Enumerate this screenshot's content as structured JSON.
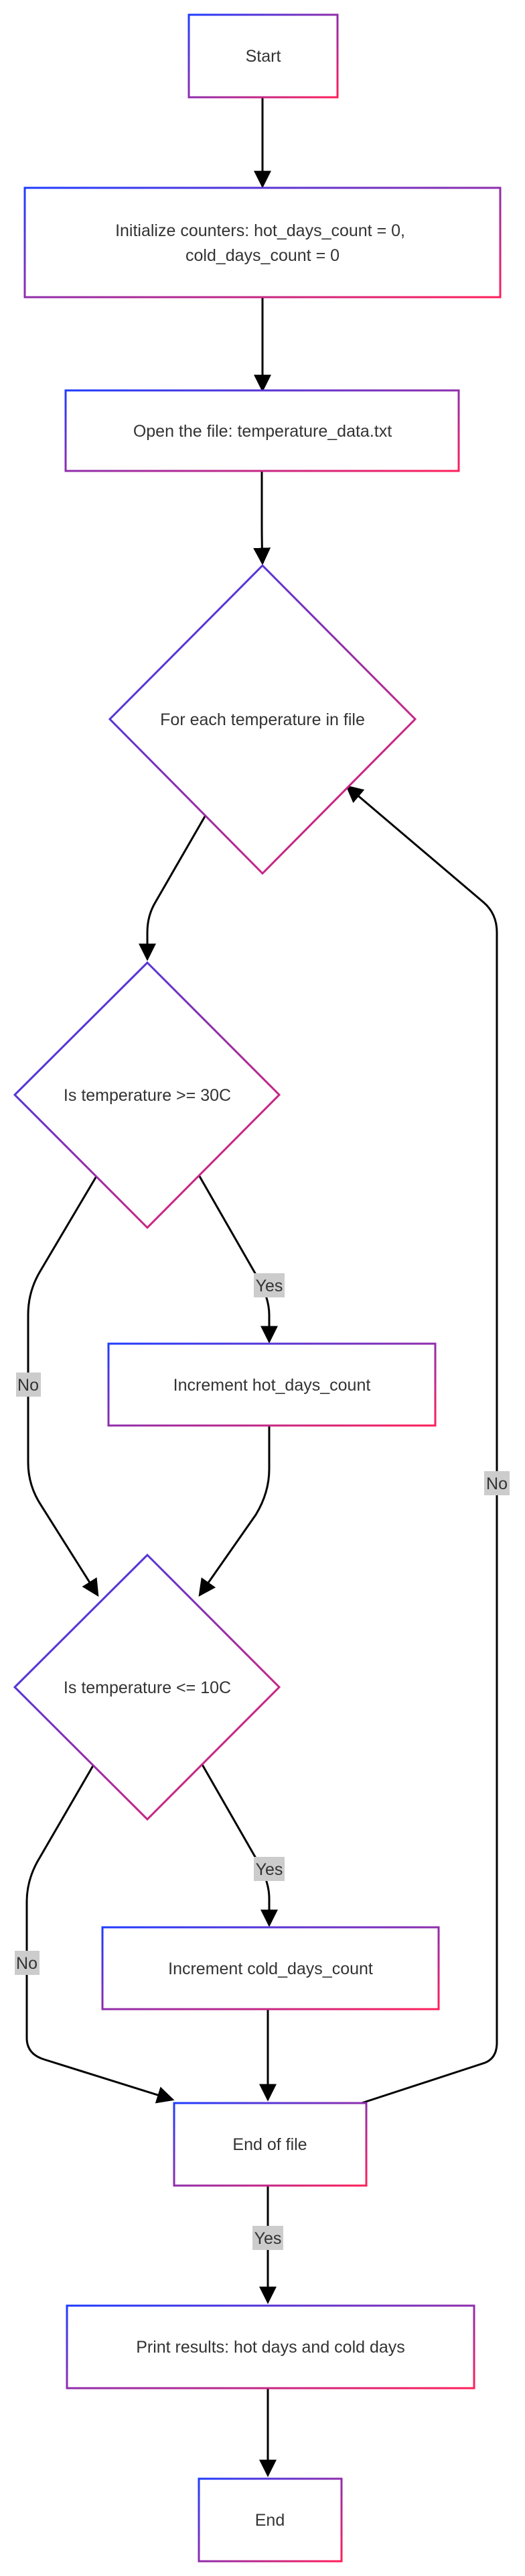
{
  "colors": {
    "stroke_start": "#1f3cff",
    "stroke_end": "#ff1f5a",
    "arrow": "#000000",
    "label_bg": "#cccccc",
    "text": "#333333"
  },
  "nodes": {
    "start": {
      "lines": [
        "Start"
      ]
    },
    "init": {
      "lines": [
        "Initialize counters: hot_days_count = 0,",
        "cold_days_count = 0"
      ]
    },
    "open": {
      "lines": [
        "Open the file: temperature_data.txt"
      ]
    },
    "loop": {
      "lines": [
        "For each temperature in file"
      ]
    },
    "hot_check": {
      "lines": [
        "Is temperature >= 30C"
      ]
    },
    "inc_hot": {
      "lines": [
        "Increment hot_days_count"
      ]
    },
    "cold_check": {
      "lines": [
        "Is temperature <= 10C"
      ]
    },
    "inc_cold": {
      "lines": [
        "Increment cold_days_count"
      ]
    },
    "eof": {
      "lines": [
        "End of file"
      ]
    },
    "print": {
      "lines": [
        "Print results: hot days and cold days"
      ]
    },
    "end": {
      "lines": [
        "End"
      ]
    }
  },
  "edge_labels": {
    "hot_yes": "Yes",
    "hot_no": "No",
    "cold_yes": "Yes",
    "cold_no": "No",
    "eof_no": "No",
    "eof_yes": "Yes"
  }
}
